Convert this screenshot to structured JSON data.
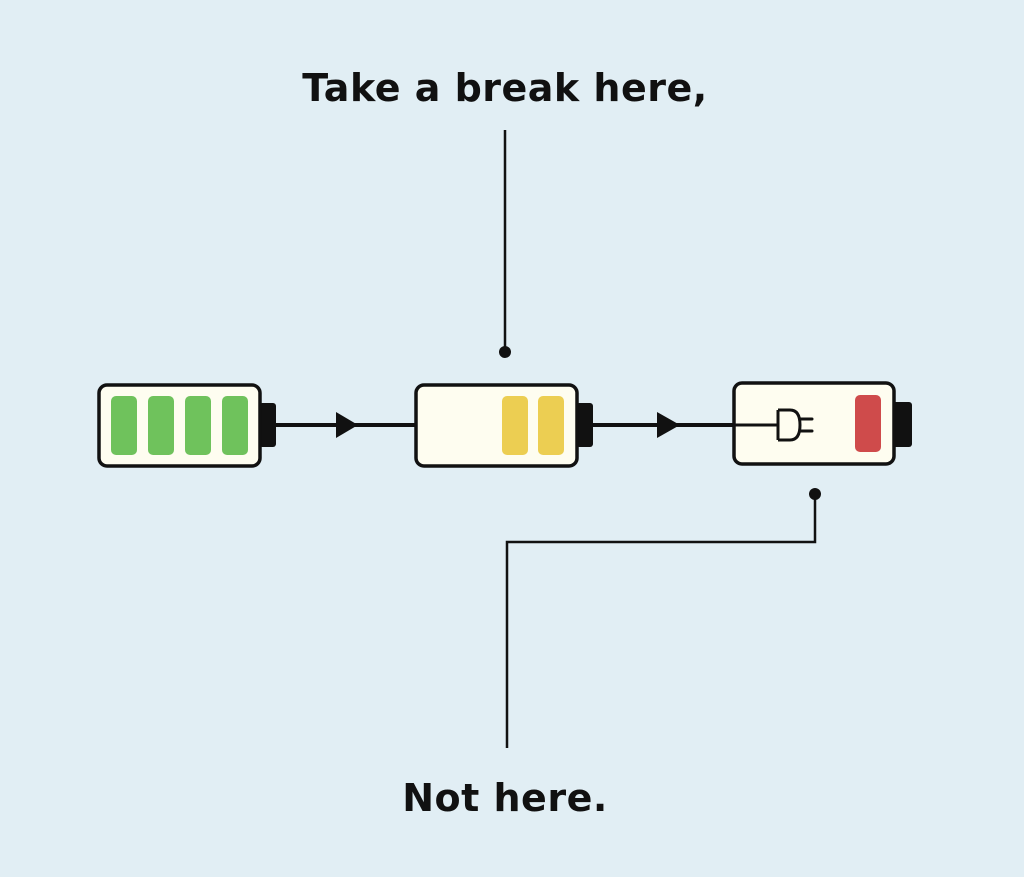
{
  "labels": {
    "top": "Take a break here,",
    "bottom": "Not here."
  },
  "batteries": [
    {
      "state": "full",
      "level_bars": 4,
      "color": "#6fc25c"
    },
    {
      "state": "half",
      "level_bars": 2,
      "color": "#ecce52"
    },
    {
      "state": "low-charging",
      "level_bars": 1,
      "color": "#cf4b4b",
      "icon": "plug-icon"
    }
  ],
  "colors": {
    "background": "#e1eef4",
    "battery_body": "#fefdf0",
    "stroke": "#111111"
  }
}
